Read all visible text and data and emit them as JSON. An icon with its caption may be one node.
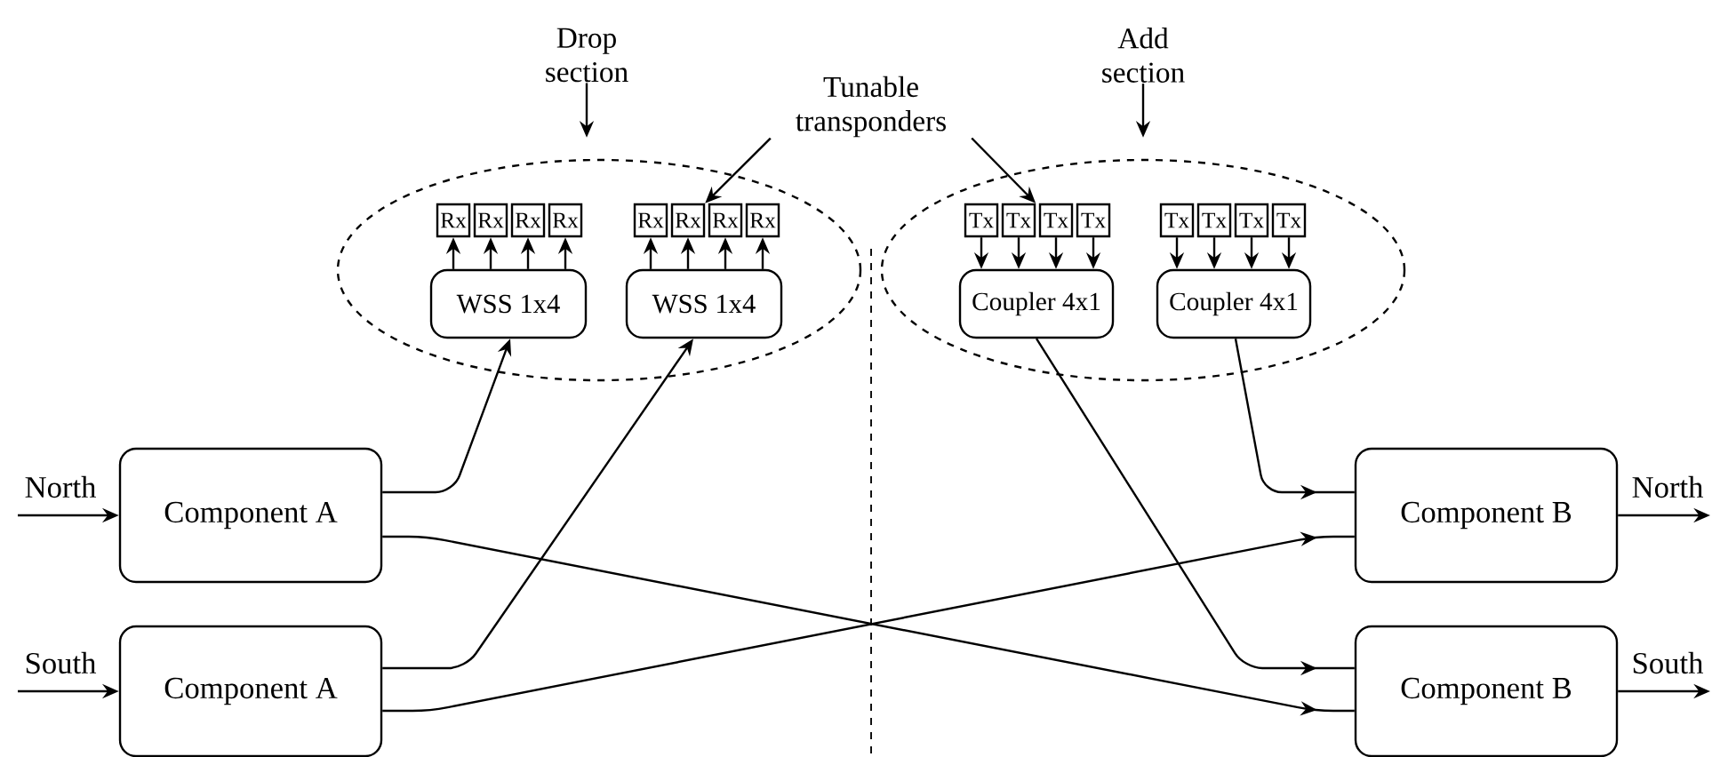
{
  "diagram": {
    "nodes": [
      {
        "text": [
          "Drop section"
        ]
      },
      {
        "text": [
          "Tunable transponders"
        ]
      },
      {
        "text": [
          "Add section"
        ]
      },
      {
        "text": [],
        "shape": "ellipse"
      },
      {
        "text": [
          "WSS 1x4"
        ],
        "in": 3
      },
      {
        "text": [
          "WSS 1x4"
        ],
        "in": 3
      },
      {
        "text": [
          "Rx"
        ],
        "in": 3
      },
      {
        "text": [
          "Rx"
        ],
        "in": 3
      },
      {
        "text": [
          "Rx"
        ],
        "in": 3
      },
      {
        "text": [
          "Rx"
        ],
        "in": 3
      },
      {
        "text": [
          "Rx"
        ],
        "in": 3
      },
      {
        "text": [
          "Rx"
        ],
        "in": 3
      },
      {
        "text": [
          "Rx"
        ],
        "in": 3
      },
      {
        "text": [
          "Rx"
        ],
        "in": 3
      },
      {
        "text": [],
        "shape": "ellipse"
      },
      {
        "text": [
          "Coupler 4x1"
        ],
        "in": 14
      },
      {
        "text": [
          "Coupler 4x1"
        ],
        "in": 14
      },
      {
        "text": [
          "Tx"
        ],
        "in": 14
      },
      {
        "text": [
          "Tx"
        ],
        "in": 14
      },
      {
        "text": [
          "Tx"
        ],
        "in": 14
      },
      {
        "text": [
          "Tx"
        ],
        "in": 14
      },
      {
        "text": [
          "Tx"
        ],
        "in": 14
      },
      {
        "text": [
          "Tx"
        ],
        "in": 14
      },
      {
        "text": [
          "Tx"
        ],
        "in": 14
      },
      {
        "text": [
          "Tx"
        ],
        "in": 14
      },
      {
        "text": [
          "Component A"
        ]
      },
      {
        "text": [
          "Component A"
        ]
      },
      {
        "text": [
          "Component B"
        ]
      },
      {
        "text": [
          "Component B"
        ]
      }
    ],
    "edges": [
      {
        "from": 0,
        "to": 3,
        "arrow": "to"
      },
      {
        "from": 2,
        "to": 14,
        "arrow": "to"
      },
      {
        "from": 1,
        "to": 11,
        "arrow": "to"
      },
      {
        "from": 1,
        "to": 18,
        "arrow": "to"
      },
      {
        "from": 4,
        "to": 6,
        "arrow": "to"
      },
      {
        "from": 4,
        "to": 7,
        "arrow": "to"
      },
      {
        "from": 4,
        "to": 8,
        "arrow": "to"
      },
      {
        "from": 4,
        "to": 9,
        "arrow": "to"
      },
      {
        "from": 5,
        "to": 10,
        "arrow": "to"
      },
      {
        "from": 5,
        "to": 11,
        "arrow": "to"
      },
      {
        "from": 5,
        "to": 12,
        "arrow": "to"
      },
      {
        "from": 5,
        "to": 13,
        "arrow": "to"
      },
      {
        "from": 17,
        "to": 15,
        "arrow": "to"
      },
      {
        "from": 18,
        "to": 15,
        "arrow": "to"
      },
      {
        "from": 19,
        "to": 15,
        "arrow": "to"
      },
      {
        "from": 20,
        "to": 15,
        "arrow": "to"
      },
      {
        "from": 21,
        "to": 16,
        "arrow": "to"
      },
      {
        "from": 22,
        "to": 16,
        "arrow": "to"
      },
      {
        "from": 23,
        "to": 16,
        "arrow": "to"
      },
      {
        "from": 24,
        "to": 16,
        "arrow": "to"
      },
      {
        "from": 25,
        "to": 4,
        "arrow": "to"
      },
      {
        "from": 26,
        "to": 5,
        "arrow": "to"
      },
      {
        "from": 25,
        "to": 28,
        "arrow": "to"
      },
      {
        "from": 26,
        "to": 27,
        "arrow": "to"
      },
      {
        "from": 15,
        "to": 28,
        "arrow": "to"
      },
      {
        "from": 16,
        "to": 27,
        "arrow": "to"
      },
      {
        "from": null,
        "to": 25,
        "arrow": "to",
        "label": "North"
      },
      {
        "from": null,
        "to": 26,
        "arrow": "to",
        "label": "South"
      },
      {
        "from": 27,
        "to": null,
        "arrow": "to",
        "label": "North"
      },
      {
        "from": 28,
        "to": null,
        "arrow": "to",
        "label": "South"
      }
    ]
  }
}
